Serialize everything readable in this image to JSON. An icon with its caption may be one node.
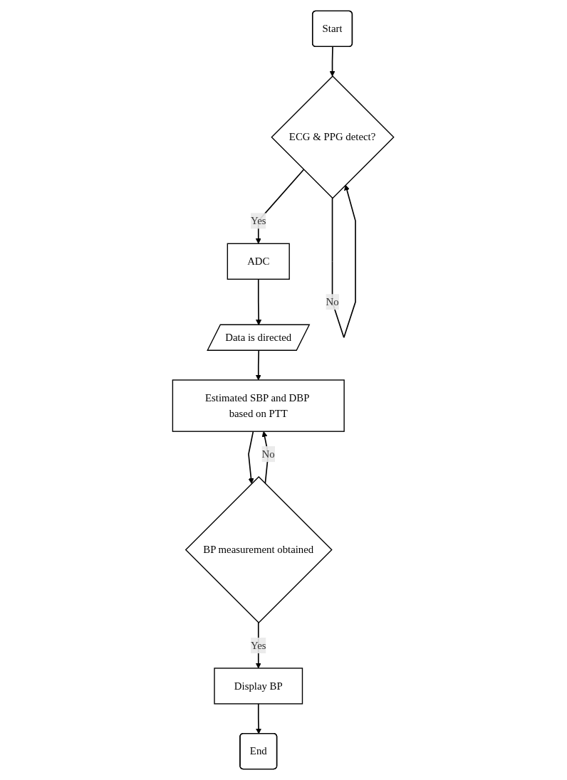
{
  "diagram": {
    "nodes": [
      {
        "text": [
          "Start"
        ]
      },
      {
        "text": [
          "ECG & PPG detect?"
        ]
      },
      {
        "text": [
          "ADC"
        ]
      },
      {
        "text": [
          "Data is directed"
        ]
      },
      {
        "text": [
          "Estimated SBP and DBP based on PTT"
        ]
      },
      {
        "text": [
          "BP measurement obtained"
        ]
      },
      {
        "text": [
          "Display BP"
        ]
      },
      {
        "text": [
          "End"
        ]
      }
    ],
    "edges": [
      {
        "from": 0,
        "to": 1,
        "arrow": "to"
      },
      {
        "from": 1,
        "to": 1,
        "label": "No",
        "arrow": "to"
      },
      {
        "from": 1,
        "to": 2,
        "label": "Yes",
        "arrow": "to"
      },
      {
        "from": 2,
        "to": 3,
        "arrow": "to"
      },
      {
        "from": 3,
        "to": 4,
        "arrow": "to"
      },
      {
        "from": 5,
        "to": 4,
        "label": "No",
        "arrow": "to"
      },
      {
        "from": 4,
        "to": 5,
        "arrow": "to"
      },
      {
        "from": 5,
        "to": 6,
        "label": "Yes",
        "arrow": "to"
      },
      {
        "from": 6,
        "to": 7,
        "arrow": "to"
      }
    ]
  }
}
